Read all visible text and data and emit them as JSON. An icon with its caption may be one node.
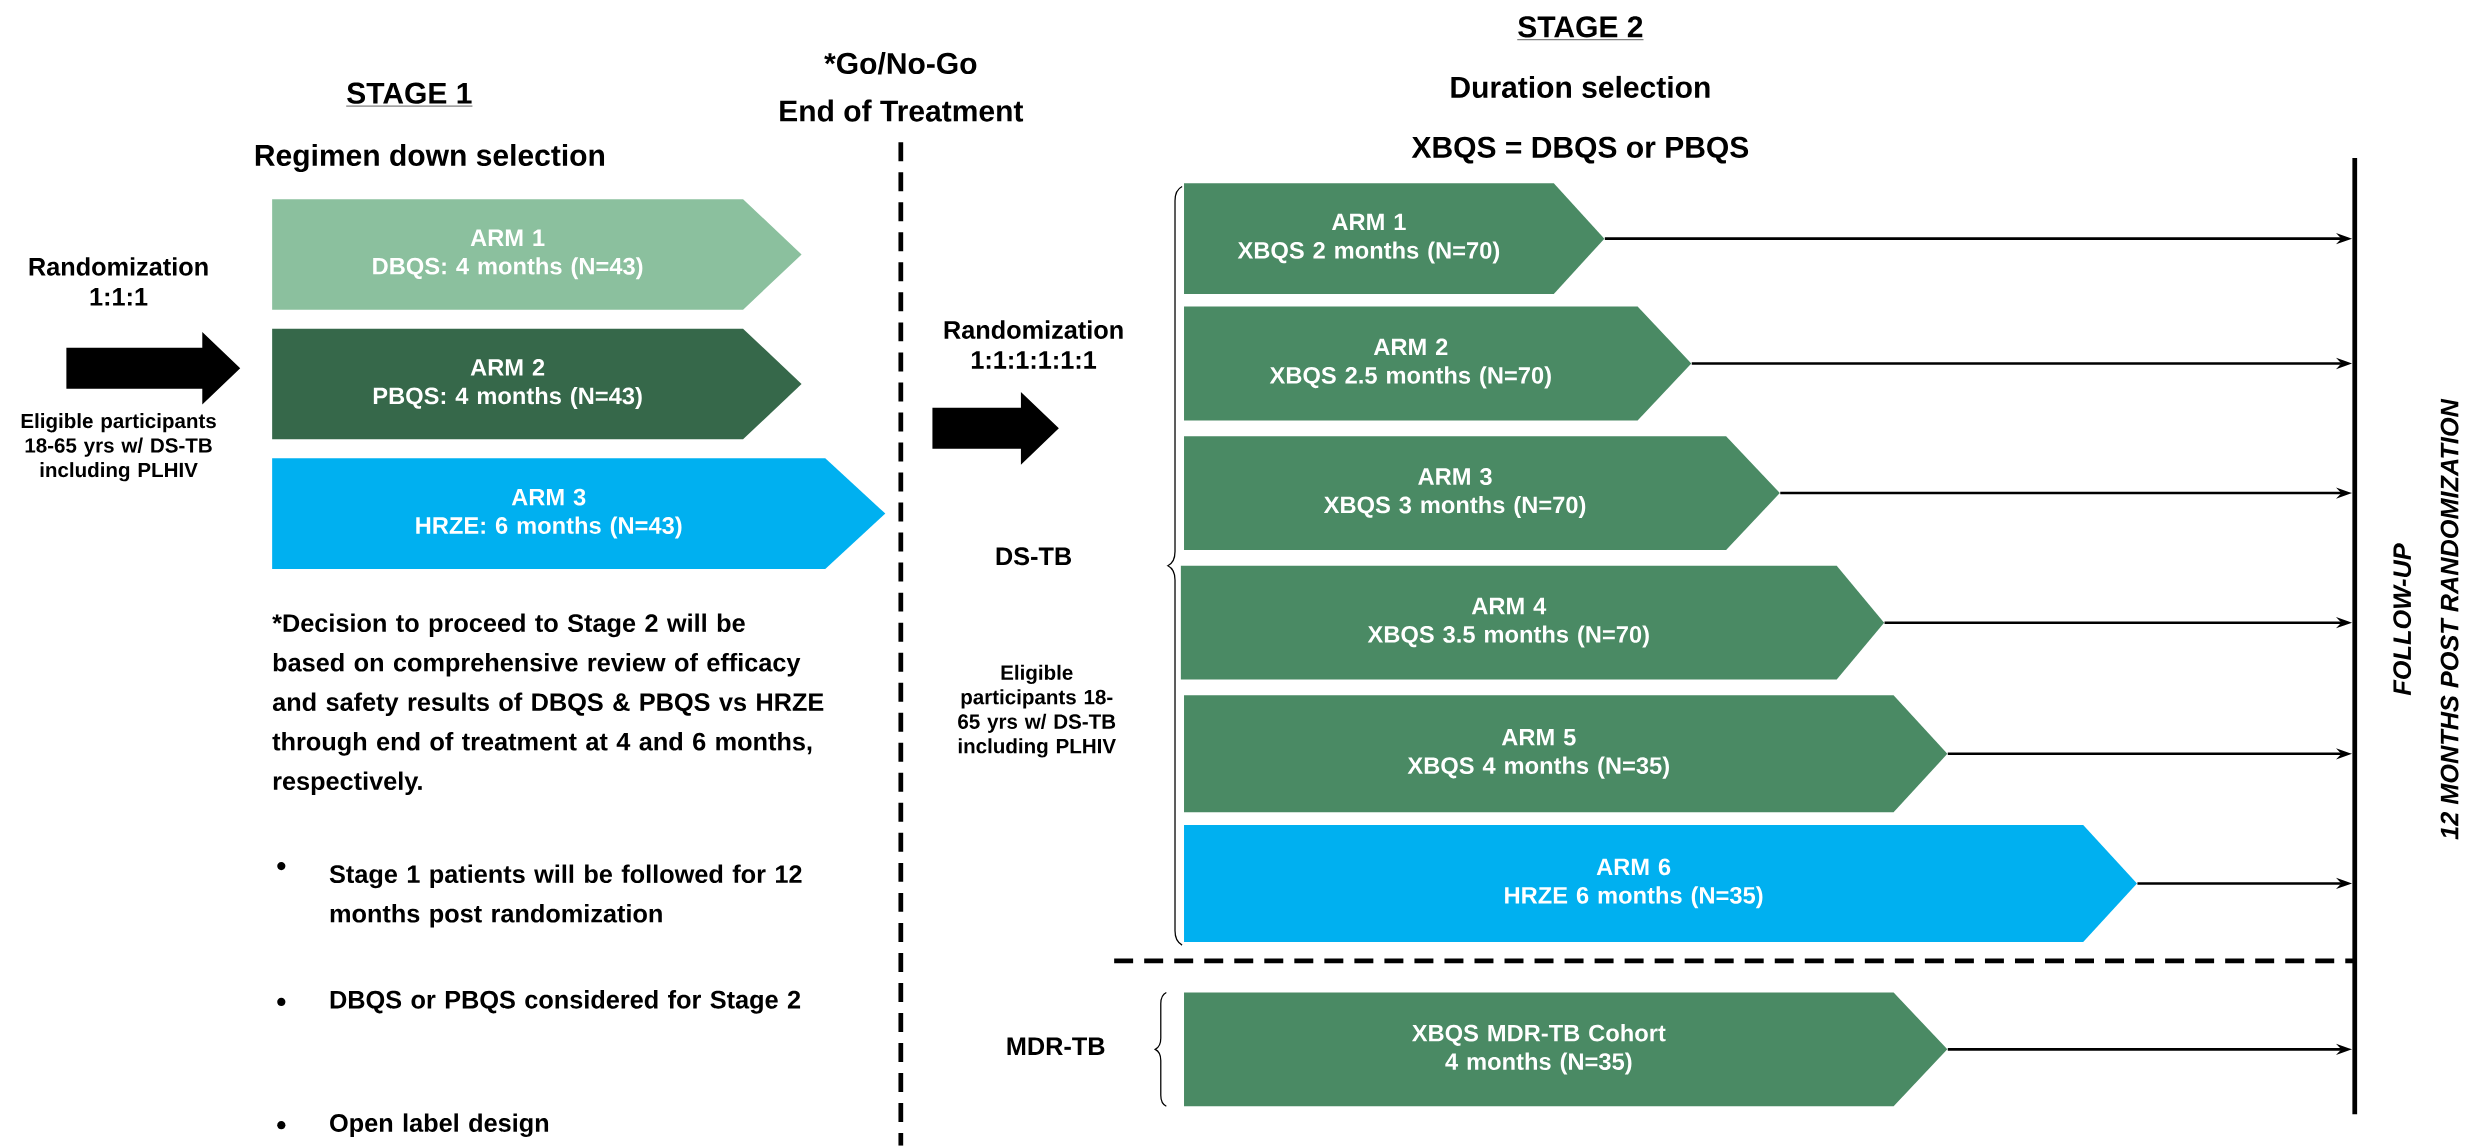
{
  "diagram": {
    "nodes": [
      {
        "text": [
          "ARM 1",
          "DBQS: 4 months (N=43)"
        ]
      },
      {
        "text": [
          "ARM 2",
          "PBQS: 4 months (N=43)"
        ]
      },
      {
        "text": [
          "ARM 3",
          "HRZE: 6 months (N=43)"
        ]
      },
      {
        "text": [
          "ARM 1",
          "XBQS 2 months (N=70)"
        ]
      },
      {
        "text": [
          "ARM 2",
          "XBQS 2.5 months (N=70)"
        ]
      },
      {
        "text": [
          "ARM 3",
          "XBQS 3 months (N=70)"
        ]
      },
      {
        "text": [
          "ARM 4",
          "XBQS 3.5 months  (N=70)"
        ]
      },
      {
        "text": [
          "ARM 5",
          "XBQS 4 months (N=35)"
        ]
      },
      {
        "text": [
          "ARM 6",
          "HRZE 6 months (N=35)"
        ]
      },
      {
        "text": [
          "XBQS MDR-TB Cohort 4 months (N=35)"
        ]
      },
      {
        "text": [],
        "shape": "bar"
      }
    ],
    "edges": [
      {
        "from": 3,
        "to": 10,
        "arrow": "to"
      },
      {
        "from": 4,
        "to": 10,
        "arrow": "to"
      },
      {
        "from": 5,
        "to": 10,
        "arrow": "to"
      },
      {
        "from": 6,
        "to": 10,
        "arrow": "to"
      },
      {
        "from": 7,
        "to": 10,
        "arrow": "to"
      },
      {
        "from": 8,
        "to": 10,
        "arrow": "to"
      },
      {
        "from": 9,
        "to": 10,
        "arrow": "to"
      }
    ],
    "labels": [
      "STAGE 1",
      "Regimen down selection",
      "*Go/No-Go",
      "End of Treatment",
      "STAGE 2",
      "Duration selection",
      "XBQS = DBQS or PBQS",
      "Randomization 1:1:1",
      "Eligible participants 18-65 yrs w/ DS-TB including PLHIV",
      "*Decision to proceed to Stage 2 will be based on comprehensive review of efficacy and safety results of DBQS & PBQS vs HRZE through end of treatment at 4 and 6 months, respectively.",
      "Stage 1 patients will be followed for 12 months post randomization",
      "DBQS or PBQS considered for Stage 2",
      "Open label design",
      "Randomization 1:1:1:1:1:1",
      "DS-TB",
      "Eligible participants 18-65 yrs w/ DS-TB including PLHIV",
      "MDR-TB",
      "FOLLOW-UP",
      "12 MONTHS POST RANDOMIZATION"
    ]
  }
}
